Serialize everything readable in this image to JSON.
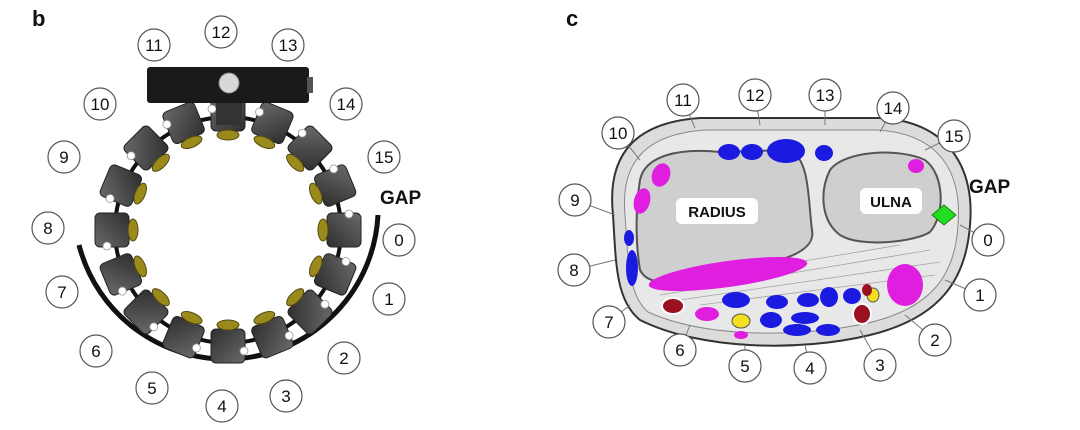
{
  "panel_b": {
    "letter": "b",
    "gap_label": "GAP",
    "labels": [
      "0",
      "1",
      "2",
      "3",
      "4",
      "5",
      "6",
      "7",
      "8",
      "9",
      "10",
      "11",
      "12",
      "13",
      "14",
      "15"
    ]
  },
  "panel_c": {
    "letter": "c",
    "gap_label": "GAP",
    "radius_label": "RADIUS",
    "ulna_label": "ULNA",
    "labels": [
      "0",
      "1",
      "2",
      "3",
      "4",
      "5",
      "6",
      "7",
      "8",
      "9",
      "10",
      "11",
      "12",
      "13",
      "14",
      "15"
    ]
  },
  "colors": {
    "electrode_body": "#4a4a4a",
    "electrode_pad": "#9a8a1c",
    "tendon_blue": "#1a1ae0",
    "muscle_magenta": "#e01ee0",
    "vessel_red": "#9a1020",
    "nerve_yellow": "#f2e020",
    "gap_marker_green": "#22dd22"
  }
}
